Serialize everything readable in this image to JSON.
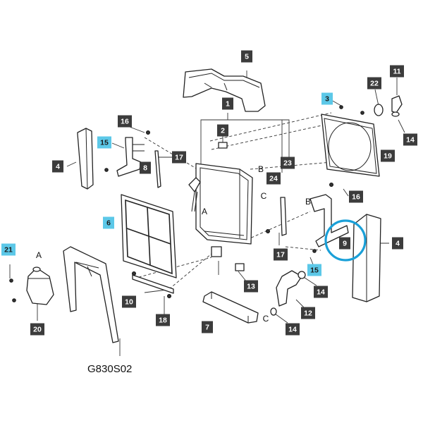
{
  "diagram_code": "G830S02",
  "colors": {
    "callout_dark": "#3c3c3c",
    "callout_accent": "#5cc8e8",
    "callout_text_dark": "#ffffff",
    "callout_text_accent": "#1a1a1a",
    "highlight_ring": "#1aa0d8"
  },
  "callouts": [
    {
      "id": "c5",
      "label": "5",
      "accent": false
    },
    {
      "id": "c1",
      "label": "1",
      "accent": false
    },
    {
      "id": "c2",
      "label": "2",
      "accent": false
    },
    {
      "id": "c16a",
      "label": "16",
      "accent": false
    },
    {
      "id": "c15a",
      "label": "15",
      "accent": true
    },
    {
      "id": "c4a",
      "label": "4",
      "accent": false
    },
    {
      "id": "c8",
      "label": "8",
      "accent": false
    },
    {
      "id": "c17a",
      "label": "17",
      "accent": false
    },
    {
      "id": "c6",
      "label": "6",
      "accent": true
    },
    {
      "id": "c21",
      "label": "21",
      "accent": true
    },
    {
      "id": "c20",
      "label": "20",
      "accent": false
    },
    {
      "id": "c10",
      "label": "10",
      "accent": false
    },
    {
      "id": "c18",
      "label": "18",
      "accent": false
    },
    {
      "id": "c7",
      "label": "7",
      "accent": false
    },
    {
      "id": "c13",
      "label": "13",
      "accent": false
    },
    {
      "id": "c24",
      "label": "24",
      "accent": false
    },
    {
      "id": "c23",
      "label": "23",
      "accent": false
    },
    {
      "id": "c17b",
      "label": "17",
      "accent": false
    },
    {
      "id": "c3",
      "label": "3",
      "accent": true
    },
    {
      "id": "c22",
      "label": "22",
      "accent": false
    },
    {
      "id": "c11",
      "label": "11",
      "accent": false
    },
    {
      "id": "c14a",
      "label": "14",
      "accent": false
    },
    {
      "id": "c19",
      "label": "19",
      "accent": false
    },
    {
      "id": "c16b",
      "label": "16",
      "accent": false
    },
    {
      "id": "c9",
      "label": "9",
      "accent": false
    },
    {
      "id": "c4b",
      "label": "4",
      "accent": false
    },
    {
      "id": "c15b",
      "label": "15",
      "accent": true
    },
    {
      "id": "c14b",
      "label": "14",
      "accent": false
    },
    {
      "id": "c12",
      "label": "12",
      "accent": false
    },
    {
      "id": "c14c",
      "label": "14",
      "accent": false
    }
  ],
  "letters": {
    "a_radiator": "A",
    "a_tank": "A",
    "b_radiator": "B",
    "b_bracket": "B",
    "c_radiator": "C",
    "c_hose": "C"
  },
  "highlighted_part": "9"
}
